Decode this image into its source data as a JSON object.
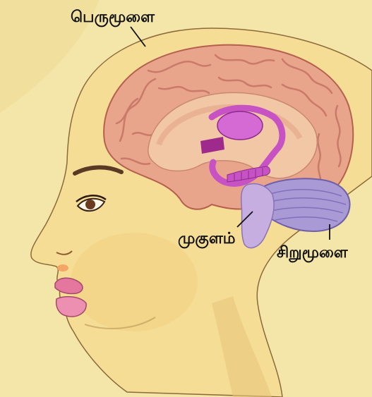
{
  "labels": {
    "cerebrum": "பெருமூளை",
    "medulla": "முகுளம்",
    "cerebellum": "சிறுமூளை"
  },
  "colors": {
    "background": "#f3e6a8",
    "brain": "#e9a48c",
    "brain_fold": "#c97a68",
    "brain_inner": "#f2c7a6",
    "cerebellum": "#a99ad6",
    "brainstem": "#c6aee0",
    "deep_structures": "#c652c4",
    "skin": "#f6dd96",
    "lips": "#e5779e",
    "label_text": "#111111"
  }
}
